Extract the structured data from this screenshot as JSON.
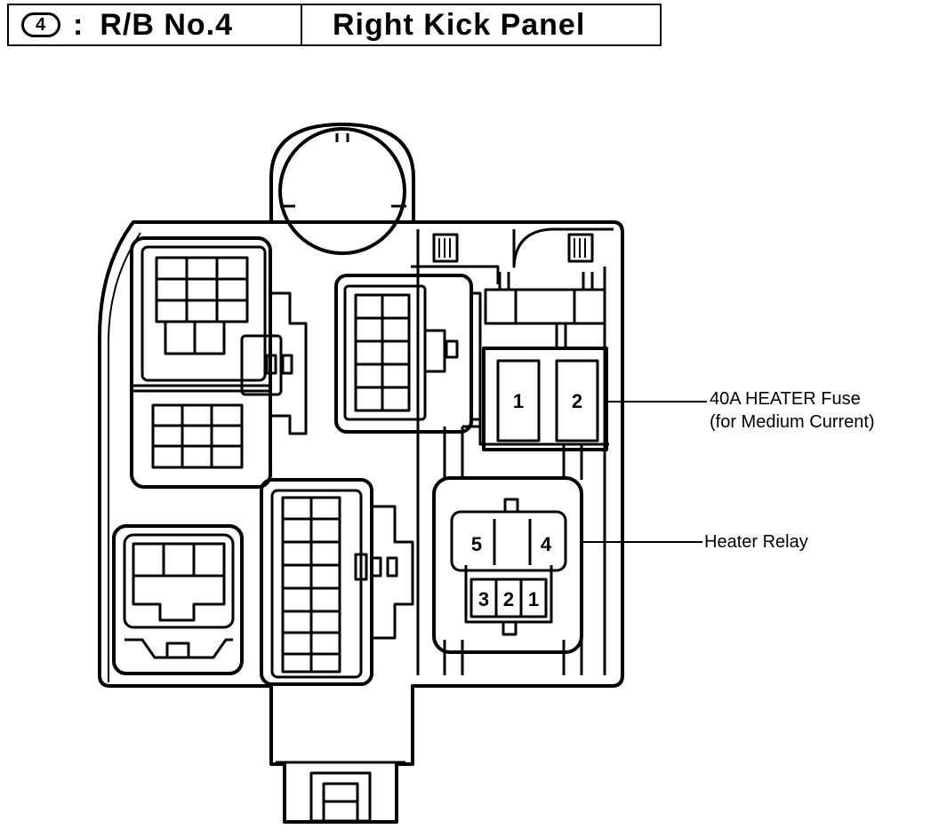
{
  "header": {
    "badge": "4",
    "separator": ":",
    "block": "R/B No.4",
    "location": "Right Kick Panel"
  },
  "fuse": {
    "positions": [
      "1",
      "2"
    ],
    "label_line1": "40A HEATER Fuse",
    "label_line2": "(for Medium Current)"
  },
  "relay": {
    "upper_terminals": [
      "5",
      "4"
    ],
    "lower_terminals": [
      "3",
      "2",
      "1"
    ],
    "label": "Heater Relay"
  }
}
